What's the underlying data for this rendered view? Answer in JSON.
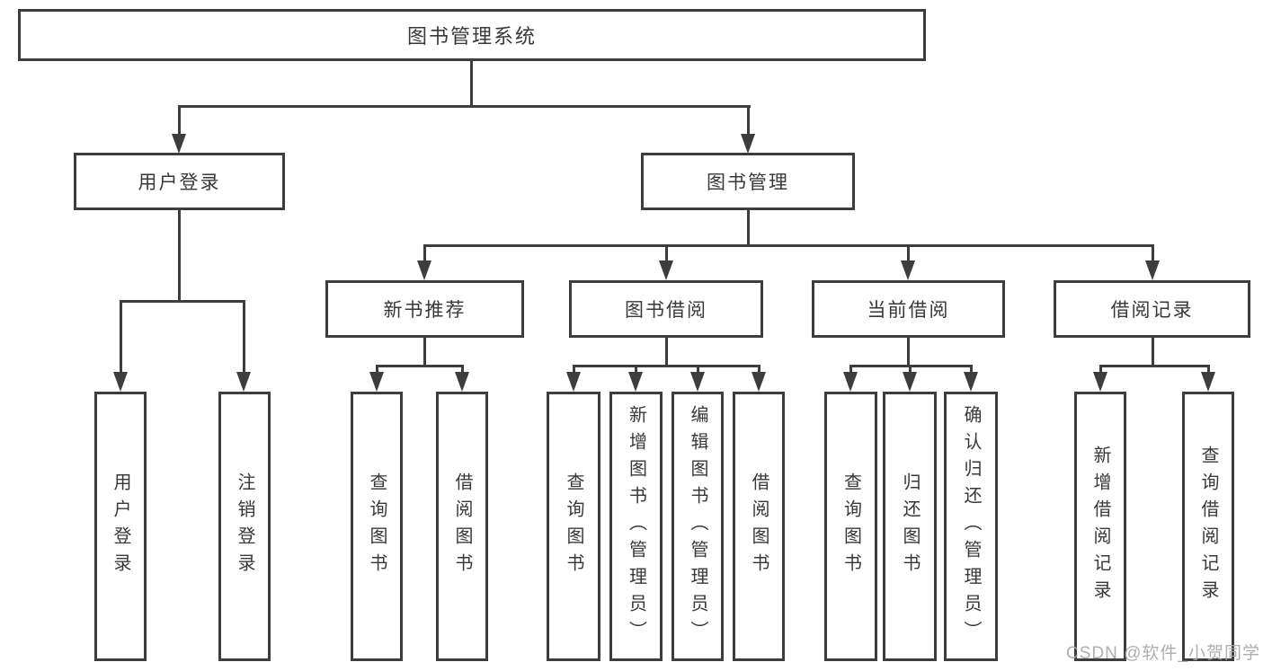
{
  "colors": {
    "line": "#3d3d3d",
    "text": "#383838",
    "bg": "#ffffff",
    "watermark": "#a6a6a6"
  },
  "nodes": {
    "root": {
      "label": "图书管理系统"
    },
    "level2": [
      {
        "label": "用户登录"
      },
      {
        "label": "图书管理"
      }
    ],
    "level3": [
      {
        "label": "新书推荐"
      },
      {
        "label": "图书借阅"
      },
      {
        "label": "当前借阅"
      },
      {
        "label": "借阅记录"
      }
    ],
    "leaves": [
      {
        "label": "用户登录"
      },
      {
        "label": "注销登录"
      },
      {
        "label": "查询图书"
      },
      {
        "label": "借阅图书"
      },
      {
        "label": "查询图书"
      },
      {
        "label": "新增图书（管理员）"
      },
      {
        "label": "编辑图书（管理员）"
      },
      {
        "label": "借阅图书"
      },
      {
        "label": "查询图书"
      },
      {
        "label": "归还图书"
      },
      {
        "label": "确认归还（管理员）"
      },
      {
        "label": "新增借阅记录"
      },
      {
        "label": "查询借阅记录"
      }
    ]
  },
  "watermark": {
    "text": "CSDN @软件_小贺同学"
  }
}
